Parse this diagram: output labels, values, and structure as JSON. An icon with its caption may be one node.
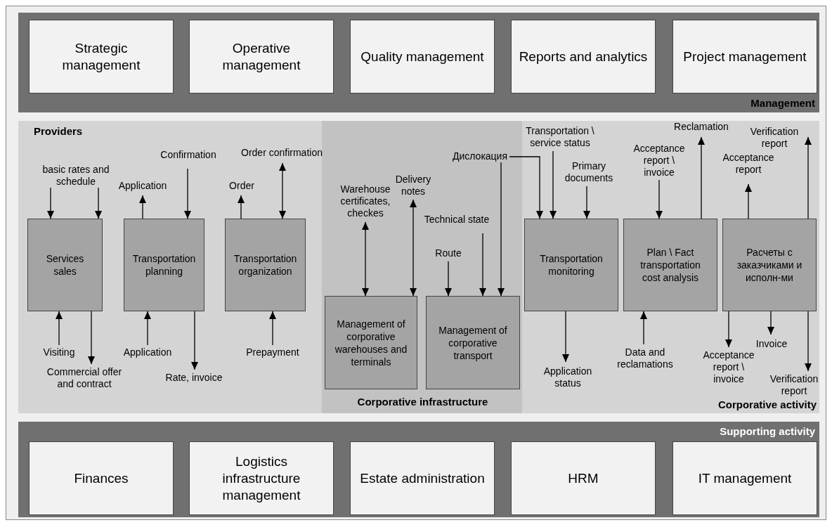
{
  "diagram": {
    "nodes": [
      {
        "text": [
          "Management"
        ]
      },
      {
        "text": [
          "Strategic management"
        ],
        "in": 0
      },
      {
        "text": [
          "Operative management"
        ],
        "in": 0
      },
      {
        "text": [
          "Quality management"
        ],
        "in": 0
      },
      {
        "text": [
          "Reports and analytics"
        ],
        "in": 0
      },
      {
        "text": [
          "Project management"
        ],
        "in": 0
      },
      {
        "text": [
          "Providers"
        ]
      },
      {
        "text": [
          "Services sales"
        ],
        "in": 6
      },
      {
        "text": [
          "Transportation planning"
        ],
        "in": 6
      },
      {
        "text": [
          "Transportation organization"
        ],
        "in": 6
      },
      {
        "text": [
          "Corporative infrastructure"
        ]
      },
      {
        "text": [
          "Management of corporative warehouses and terminals"
        ],
        "in": 10
      },
      {
        "text": [
          "Management of corporative transport"
        ],
        "in": 10
      },
      {
        "text": [
          "Corporative activity"
        ]
      },
      {
        "text": [
          "Transportation monitoring"
        ],
        "in": 13
      },
      {
        "text": [
          "Plan \\ Fact transportation cost analysis"
        ],
        "in": 13
      },
      {
        "text": [
          "Расчеты с заказчиками и исполн-ми"
        ],
        "in": 13
      },
      {
        "text": [
          "Дислокация"
        ],
        "in": 10
      },
      {
        "text": [
          "basic rates and schedule"
        ],
        "in": 6
      },
      {
        "text": [
          "Supporting activity"
        ]
      },
      {
        "text": [
          "Finances"
        ],
        "in": 19
      },
      {
        "text": [
          "Logistics infrastructure management"
        ],
        "in": 19
      },
      {
        "text": [
          "Estate administration"
        ],
        "in": 19
      },
      {
        "text": [
          "HRM"
        ],
        "in": 19
      },
      {
        "text": [
          "IT management"
        ],
        "in": 19
      }
    ],
    "edges": [
      {
        "from": 18,
        "to": 7,
        "arrow": "to"
      },
      {
        "from": 18,
        "to": 7,
        "arrow": "to"
      },
      {
        "from": 8,
        "to": null,
        "arrow": "to",
        "label": "Application"
      },
      {
        "from": null,
        "to": 8,
        "arrow": "to",
        "label": "Confirmation"
      },
      {
        "from": 9,
        "to": null,
        "arrow": "to",
        "label": "Order"
      },
      {
        "from": null,
        "to": 9,
        "arrow": "both",
        "label": "Order confirmation"
      },
      {
        "from": null,
        "to": 7,
        "arrow": "to",
        "label": "Visiting"
      },
      {
        "from": 7,
        "to": null,
        "arrow": "to",
        "label": "Commercial offer and contract"
      },
      {
        "from": null,
        "to": 8,
        "arrow": "to",
        "label": "Application"
      },
      {
        "from": 8,
        "to": null,
        "arrow": "to",
        "label": "Rate, invoice"
      },
      {
        "from": null,
        "to": 9,
        "arrow": "to",
        "label": "Prepayment"
      },
      {
        "from": null,
        "to": 11,
        "arrow": "both",
        "label": "Warehouse certificates, checkes"
      },
      {
        "from": null,
        "to": 11,
        "arrow": "both",
        "label": "Delivery notes"
      },
      {
        "from": null,
        "to": 12,
        "arrow": "to",
        "label": "Route"
      },
      {
        "from": null,
        "to": 12,
        "arrow": "to",
        "label": "Technical state"
      },
      {
        "from": 17,
        "to": 12,
        "arrow": "to"
      },
      {
        "from": 17,
        "to": 14,
        "arrow": "to"
      },
      {
        "from": null,
        "to": 14,
        "arrow": "to",
        "label": "Transportation \\ service status"
      },
      {
        "from": null,
        "to": 14,
        "arrow": "to",
        "label": "Primary documents"
      },
      {
        "from": 14,
        "to": null,
        "arrow": "to",
        "label": "Application status"
      },
      {
        "from": null,
        "to": 15,
        "arrow": "to",
        "label": "Acceptance report \\ invoice"
      },
      {
        "from": 15,
        "to": null,
        "arrow": "to",
        "label": "Reclamation"
      },
      {
        "from": null,
        "to": 15,
        "arrow": "to",
        "label": "Data and reclamations"
      },
      {
        "from": 16,
        "to": null,
        "arrow": "to",
        "label": "Acceptance report"
      },
      {
        "from": 16,
        "to": null,
        "arrow": "to",
        "label": "Verification report"
      },
      {
        "from": 16,
        "to": null,
        "arrow": "to",
        "label": "Acceptance report \\ invoice"
      },
      {
        "from": 16,
        "to": null,
        "arrow": "to",
        "label": "Invoice"
      },
      {
        "from": 16,
        "to": null,
        "arrow": "to",
        "label": "Verification report"
      }
    ]
  }
}
